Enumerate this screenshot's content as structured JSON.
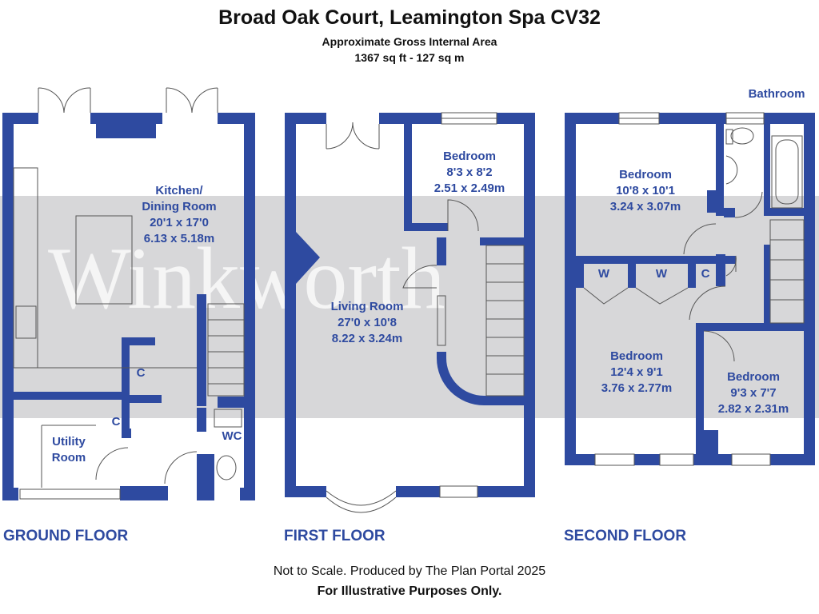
{
  "header": {
    "title": "Broad Oak Court, Leamington Spa CV32",
    "subtitle": "Approximate Gross Internal Area",
    "area": "1367 sq ft - 127 sq m"
  },
  "floors": {
    "ground": "GROUND FLOOR",
    "first": "FIRST FLOOR",
    "second": "SECOND FLOOR"
  },
  "rooms": {
    "kitchen": {
      "name_1": "Kitchen/",
      "name_2": "Dining Room",
      "imperial": "20'1 x 17'0",
      "metric": "6.13 x 5.18m"
    },
    "utility": {
      "name_1": "Utility",
      "name_2": "Room"
    },
    "ground_cupboard_1": "C",
    "ground_cupboard_2": "C",
    "wc": "WC",
    "bedroom_first": {
      "name": "Bedroom",
      "imperial": "8'3 x 8'2",
      "metric": "2.51 x 2.49m"
    },
    "living": {
      "name": "Living Room",
      "imperial": "27'0 x 10'8",
      "metric": "8.22 x 3.24m"
    },
    "bathroom": "Bathroom",
    "bedroom_top": {
      "name": "Bedroom",
      "imperial": "10'8 x 10'1",
      "metric": "3.24 x 3.07m"
    },
    "wardrobe_1": "W",
    "wardrobe_2": "W",
    "second_cupboard": "C",
    "bedroom_mid": {
      "name": "Bedroom",
      "imperial": "12'4 x 9'1",
      "metric": "3.76 x 2.77m"
    },
    "bedroom_small": {
      "name": "Bedroom",
      "imperial": "9'3 x 7'7",
      "metric": "2.82 x 2.31m"
    }
  },
  "watermark": "Winkworth",
  "footer": {
    "line1": "Not to Scale. Produced by The Plan Portal 2025",
    "line2": "For Illustrative Purposes Only."
  },
  "colors": {
    "wall": "#2e4aa0",
    "text": "#2e4aa0",
    "watermark_band": "#c9c9cc"
  }
}
